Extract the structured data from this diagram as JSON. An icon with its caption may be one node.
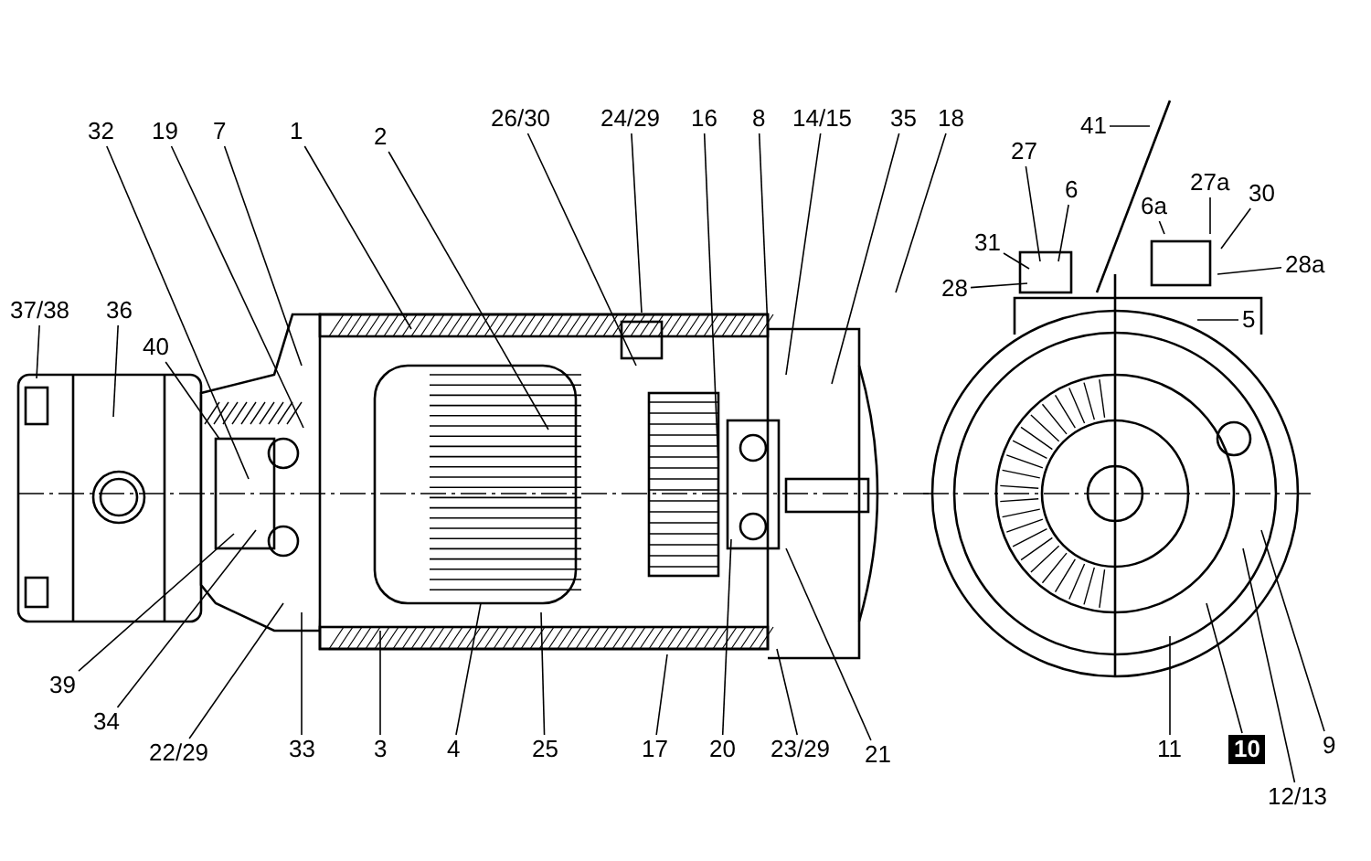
{
  "diagram": {
    "nodes": [
      {
        "text": [
          "32"
        ]
      },
      {
        "text": [
          "19"
        ]
      },
      {
        "text": [
          "7"
        ]
      },
      {
        "text": [
          "1"
        ]
      },
      {
        "text": [
          "2"
        ]
      },
      {
        "text": [
          "26/30"
        ]
      },
      {
        "text": [
          "24/29"
        ]
      },
      {
        "text": [
          "16"
        ]
      },
      {
        "text": [
          "8"
        ]
      },
      {
        "text": [
          "14/15"
        ]
      },
      {
        "text": [
          "35"
        ]
      },
      {
        "text": [
          "18"
        ]
      },
      {
        "text": [
          "41"
        ]
      },
      {
        "text": [
          "27"
        ]
      },
      {
        "text": [
          "6"
        ]
      },
      {
        "text": [
          "27a"
        ]
      },
      {
        "text": [
          "30"
        ]
      },
      {
        "text": [
          "6a"
        ]
      },
      {
        "text": [
          "31"
        ]
      },
      {
        "text": [
          "28"
        ]
      },
      {
        "text": [
          "28a"
        ]
      },
      {
        "text": [
          "5"
        ]
      },
      {
        "text": [
          "37/38"
        ]
      },
      {
        "text": [
          "36"
        ]
      },
      {
        "text": [
          "40"
        ]
      },
      {
        "text": [
          "39"
        ]
      },
      {
        "text": [
          "34"
        ]
      },
      {
        "text": [
          "22/29"
        ]
      },
      {
        "text": [
          "33"
        ]
      },
      {
        "text": [
          "3"
        ]
      },
      {
        "text": [
          "4"
        ]
      },
      {
        "text": [
          "25"
        ]
      },
      {
        "text": [
          "17"
        ]
      },
      {
        "text": [
          "20"
        ]
      },
      {
        "text": [
          "23/29"
        ]
      },
      {
        "text": [
          "21"
        ]
      },
      {
        "text": [
          "11"
        ]
      },
      {
        "text": [
          "10"
        ]
      },
      {
        "text": [
          "9"
        ]
      },
      {
        "text": [
          "12/13"
        ]
      }
    ],
    "edges": [
      {
        "from": 0,
        "to": null,
        "arrow": "none"
      },
      {
        "from": 1,
        "to": null,
        "arrow": "none"
      },
      {
        "from": 2,
        "to": null,
        "arrow": "none"
      },
      {
        "from": 3,
        "to": null,
        "arrow": "none"
      },
      {
        "from": 4,
        "to": null,
        "arrow": "none"
      },
      {
        "from": 5,
        "to": null,
        "arrow": "none"
      },
      {
        "from": 6,
        "to": null,
        "arrow": "none"
      },
      {
        "from": 7,
        "to": null,
        "arrow": "none"
      },
      {
        "from": 8,
        "to": null,
        "arrow": "none"
      },
      {
        "from": 9,
        "to": null,
        "arrow": "none"
      },
      {
        "from": 10,
        "to": null,
        "arrow": "none"
      },
      {
        "from": 11,
        "to": null,
        "arrow": "none"
      },
      {
        "from": 12,
        "to": null,
        "arrow": "none"
      },
      {
        "from": 13,
        "to": null,
        "arrow": "none"
      },
      {
        "from": 14,
        "to": null,
        "arrow": "none"
      },
      {
        "from": 15,
        "to": null,
        "arrow": "none"
      },
      {
        "from": 16,
        "to": null,
        "arrow": "none"
      },
      {
        "from": 17,
        "to": null,
        "arrow": "none"
      },
      {
        "from": 18,
        "to": null,
        "arrow": "none"
      },
      {
        "from": 19,
        "to": null,
        "arrow": "none"
      },
      {
        "from": 20,
        "to": null,
        "arrow": "none"
      },
      {
        "from": 21,
        "to": null,
        "arrow": "none"
      },
      {
        "from": 22,
        "to": null,
        "arrow": "none"
      },
      {
        "from": 23,
        "to": null,
        "arrow": "none"
      },
      {
        "from": 24,
        "to": null,
        "arrow": "none"
      },
      {
        "from": 25,
        "to": null,
        "arrow": "none"
      },
      {
        "from": 26,
        "to": null,
        "arrow": "none"
      },
      {
        "from": 27,
        "to": null,
        "arrow": "none"
      },
      {
        "from": 28,
        "to": null,
        "arrow": "none"
      },
      {
        "from": 29,
        "to": null,
        "arrow": "none"
      },
      {
        "from": 30,
        "to": null,
        "arrow": "none"
      },
      {
        "from": 31,
        "to": null,
        "arrow": "none"
      },
      {
        "from": 32,
        "to": null,
        "arrow": "none"
      },
      {
        "from": 33,
        "to": null,
        "arrow": "none"
      },
      {
        "from": 34,
        "to": null,
        "arrow": "none"
      },
      {
        "from": 35,
        "to": null,
        "arrow": "none"
      },
      {
        "from": 36,
        "to": null,
        "arrow": "none"
      },
      {
        "from": 37,
        "to": null,
        "arrow": "none"
      },
      {
        "from": 38,
        "to": null,
        "arrow": "none"
      },
      {
        "from": 39,
        "to": null,
        "arrow": "none"
      }
    ]
  }
}
